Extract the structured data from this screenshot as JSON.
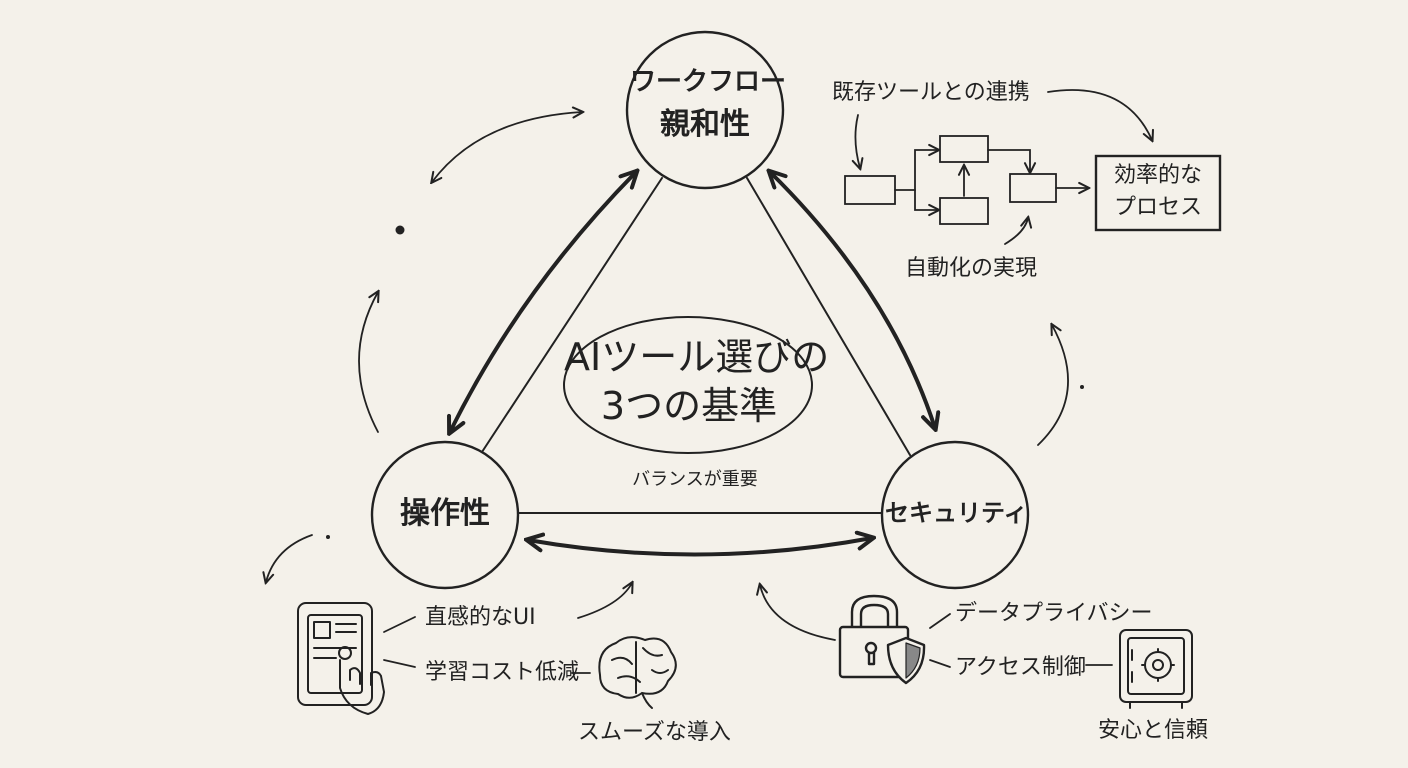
{
  "center": {
    "line1": "AIツール選びの",
    "line2": "3つの基準",
    "note": "バランスが重要"
  },
  "nodes": {
    "workflow": {
      "line1": "ワークフロー",
      "line2": "親和性"
    },
    "usability": {
      "label": "操作性"
    },
    "security": {
      "label": "セキュリティ"
    }
  },
  "workflow_side": {
    "integration": "既存ツールとの連携",
    "efficient_line1": "効率的な",
    "efficient_line2": "プロセス",
    "automation": "自動化の実現"
  },
  "usability_side": {
    "intuitive_ui": "直感的なUI",
    "learning_cost": "学習コスト低減",
    "smooth_intro": "スムーズな導入"
  },
  "security_side": {
    "data_privacy": "データプライバシー",
    "access_control": "アクセス制御",
    "trust": "安心と信頼"
  },
  "colors": {
    "ink": "#222222",
    "paper": "#f4f1ea"
  }
}
